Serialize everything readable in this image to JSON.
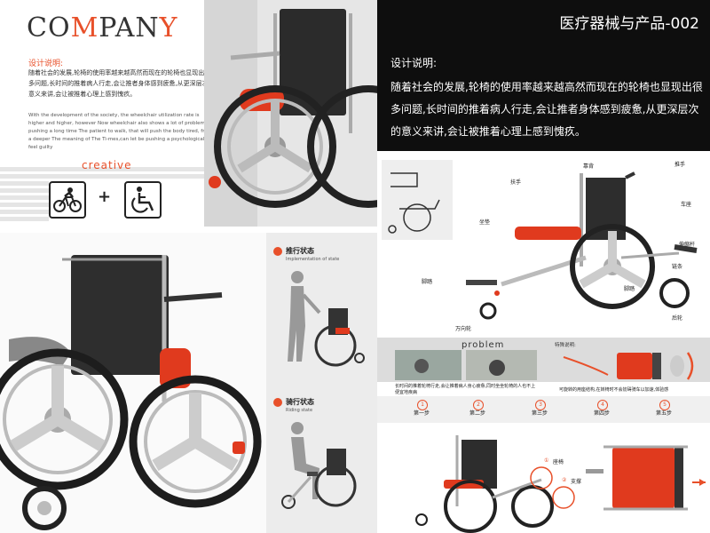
{
  "brand": {
    "logo_a": "CO",
    "logo_m": "M",
    "logo_b": "PAN",
    "logo_y": "Y"
  },
  "top_right": {
    "title": "医疗器械与产品-002",
    "heading": "设计说明:",
    "body": "随着社会的发展,轮椅的使用率越来越高然而现在的轮椅也显现出很多问题,长时间的推着病人行走,会让推者身体感到疲惫,从更深层次的意义来讲,会让被推着心理上感到愧疚。"
  },
  "intro": {
    "heading": "设计说明:",
    "cn": "随着社会的发展,轮椅的使用率越来越高然而现在的轮椅也显现出很多问题,长时间的推着病人行走,会让推者身体感到疲惫,从更深层次的意义来讲,会让被推着心理上感到愧疚。",
    "en": "With the development of the society, the wheelchair utilization rate is higher and higher, however Now wheelchair also shows a lot of problems, pushing a long time The patient to walk, that will push the body tired, from a deeper The meaning of The Ti-mes,can let be pushing a psychological feel guilty",
    "creative": "creative",
    "plus": "+"
  },
  "states": {
    "push_title": "推行状态",
    "push_sub": "Implementation of state",
    "ride_title": "骑行状态",
    "ride_sub": "Riding state"
  },
  "callouts": {
    "handle": "扶手",
    "backrest": "靠背",
    "push_handle": "推手",
    "seat": "坐垫",
    "saddle": "车座",
    "telescopic": "伸缩杆",
    "chain": "链条",
    "footrest_left": "脚踏",
    "footrest_right": "脚踏",
    "caster": "万向轮",
    "rear_wheel": "后轮"
  },
  "problem": {
    "title": "problem",
    "feature": "特殊说明:",
    "caption1": "长时间的推着轮椅行走,会让推着病人身心疲惫,同时坐坐轮椅的人也不上便宜地疾病",
    "caption2": "可旋转的用座结构,在转椅时不会妨碍骑车以加速,体验感"
  },
  "steps": [
    {
      "num": "1",
      "label": "第一步"
    },
    {
      "num": "2",
      "label": "第二步"
    },
    {
      "num": "3",
      "label": "第三步"
    },
    {
      "num": "4",
      "label": "第四步"
    },
    {
      "num": "5",
      "label": "第五步"
    }
  ],
  "step_callouts": {
    "a": "①",
    "a_label": "座椅",
    "b": "②",
    "b_label": "支撑"
  },
  "colors": {
    "accent": "#e8502a",
    "dark": "#0e0e0e"
  }
}
